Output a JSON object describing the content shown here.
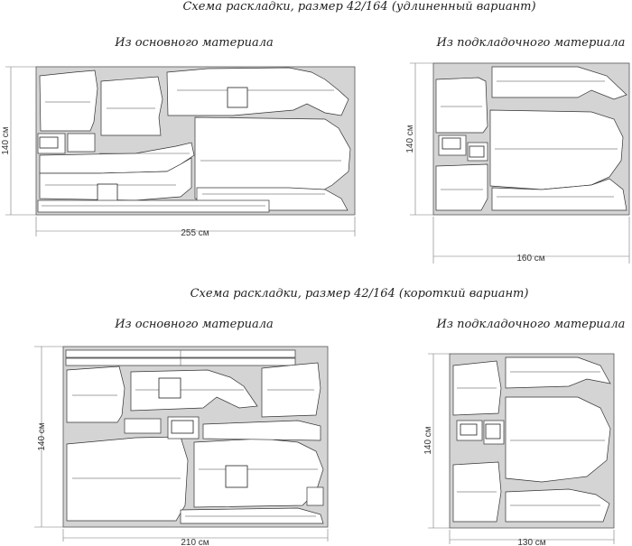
{
  "sections": [
    {
      "title": "Схема раскладки, размер 42/164 (удлиненный вариант)",
      "main": {
        "subtitle": "Из основного материала",
        "width_label": "255 см",
        "height_label": "140 см"
      },
      "lining": {
        "subtitle": "Из подкладочного материала",
        "width_label": "160 см",
        "height_label": "140 см"
      }
    },
    {
      "title": "Схема раскладки, размер 42/164 (короткий вариант)",
      "main": {
        "subtitle": "Из основного материала",
        "width_label": "210 см",
        "height_label": "140 см"
      },
      "lining": {
        "subtitle": "Из подкладочного материала",
        "width_label": "130 см",
        "height_label": "140 см"
      }
    }
  ]
}
